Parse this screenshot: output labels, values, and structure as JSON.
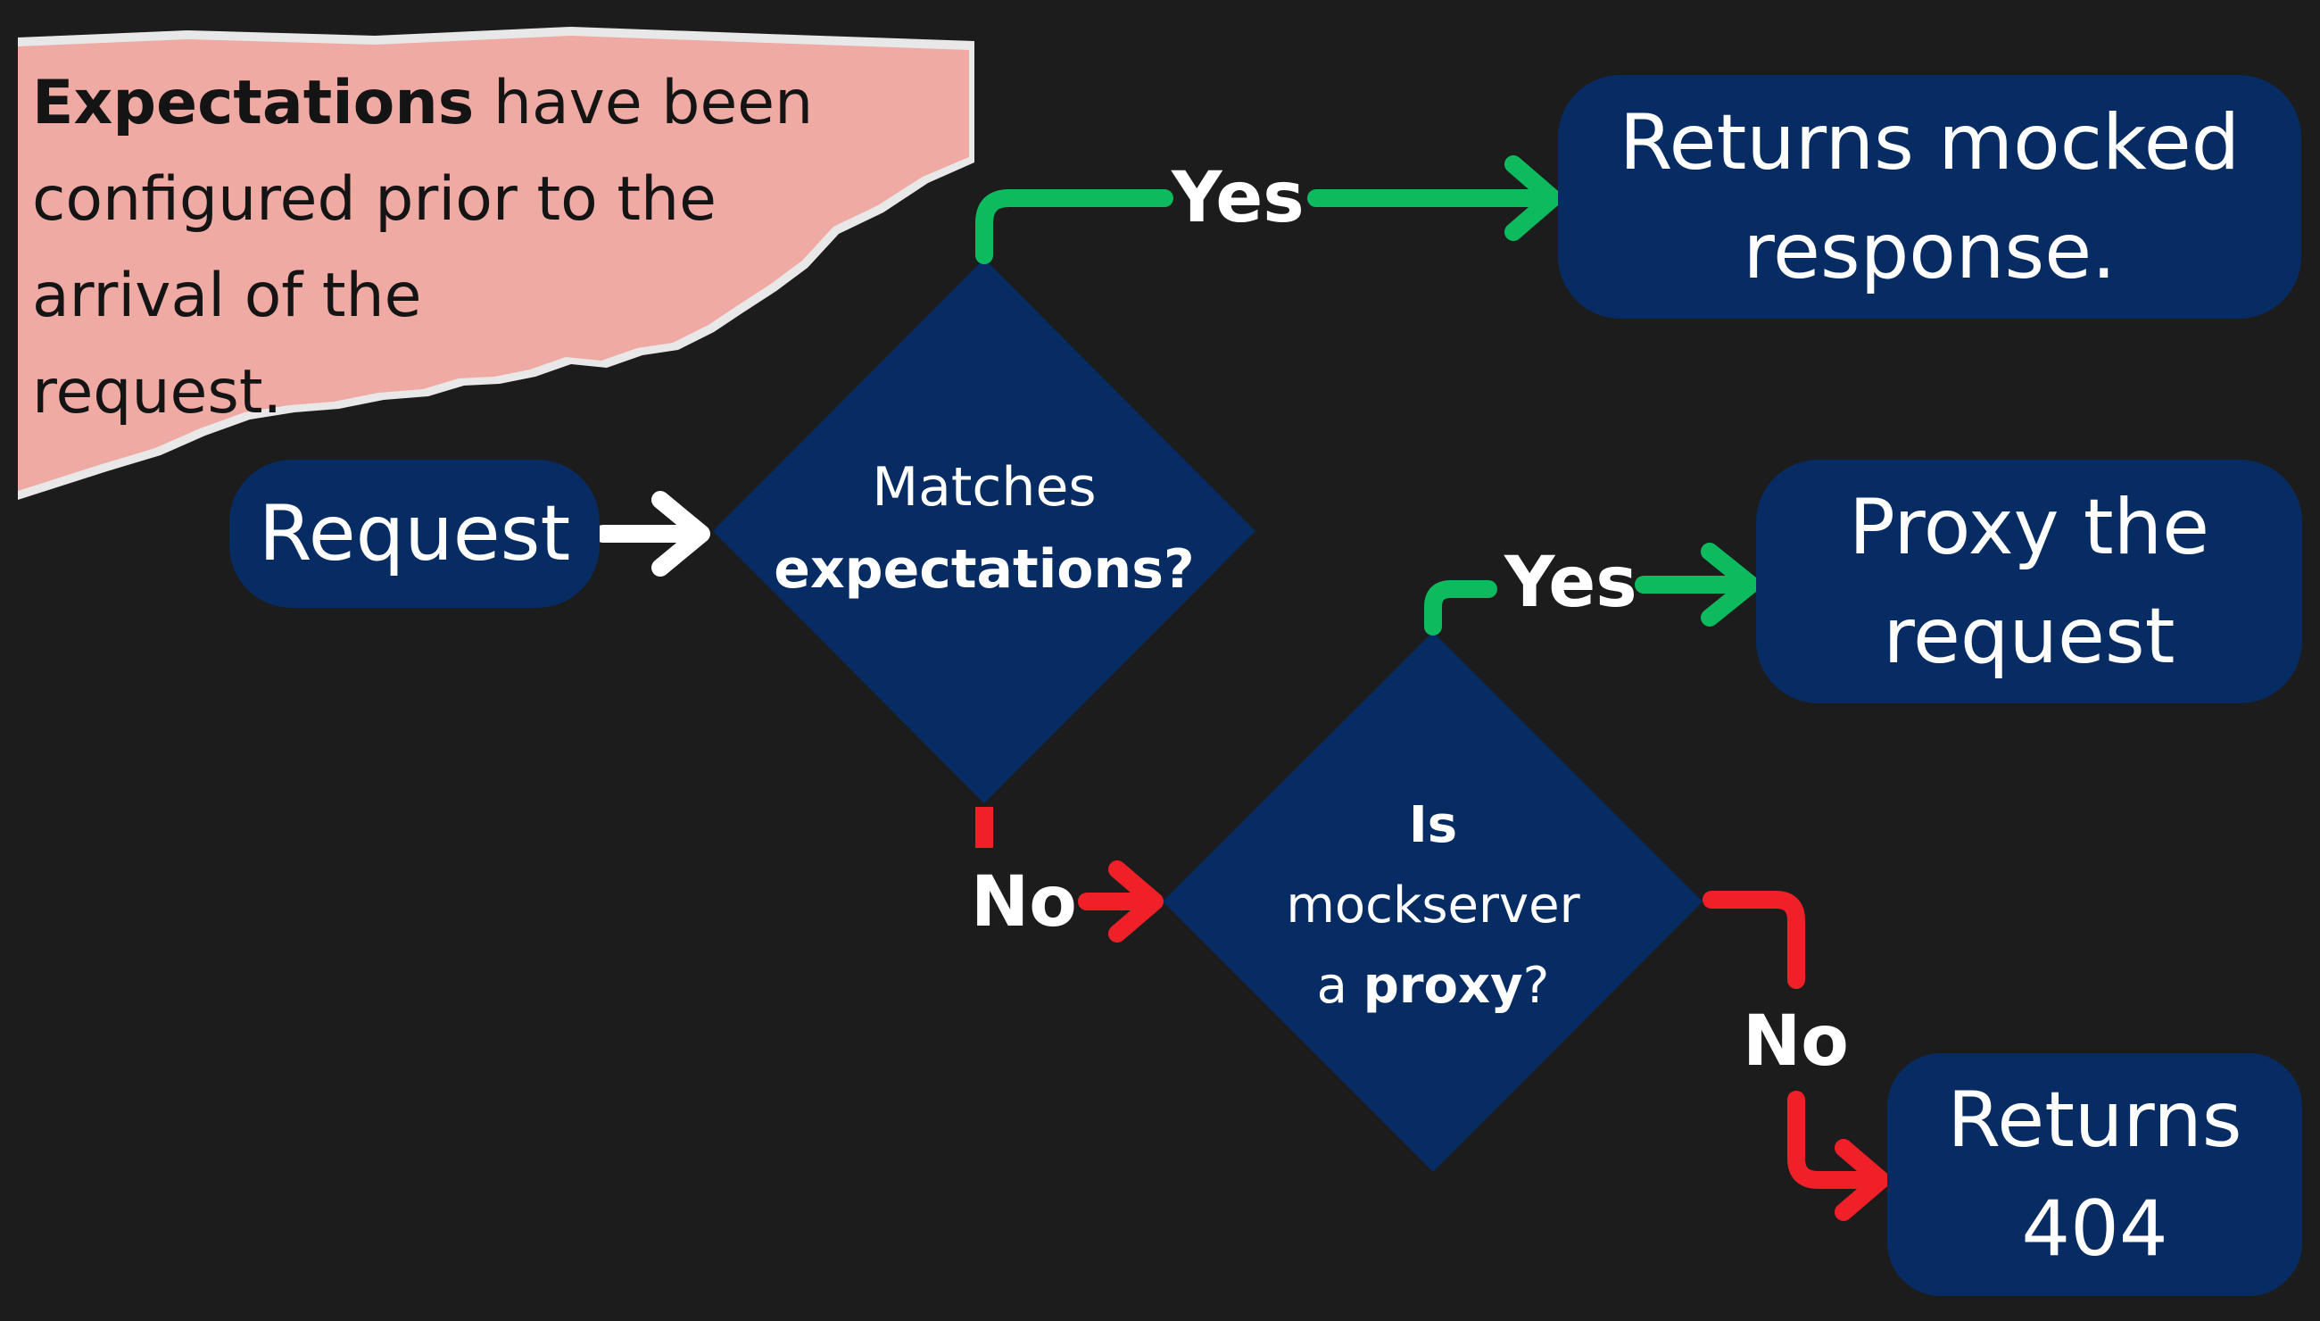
{
  "colors": {
    "background": "#1c1c1c",
    "node_fill": "#072c63",
    "note_fill": "#efaaa4",
    "yes_arrow": "#0dba5e",
    "no_arrow": "#ef2027",
    "start_arrow": "#ffffff",
    "text": "#ffffff"
  },
  "note": {
    "bold": "Expectations",
    "rest_line1": " have been",
    "line2": "configured prior to the",
    "line3": "arrival of  the",
    "line4": "request."
  },
  "nodes": {
    "request": "Request",
    "matches": {
      "line1": "Matches",
      "line2": "expectations?"
    },
    "is_proxy": {
      "line1": "Is",
      "line2": "mockserver",
      "line3_pre": "a ",
      "line3_bold": "proxy",
      "line3_post": "?"
    },
    "returns_mocked": {
      "line1": "Returns mocked",
      "line2": "response."
    },
    "proxy_request": {
      "line1": "Proxy the",
      "line2": "request"
    },
    "returns_404": {
      "line1": "Returns",
      "line2": "404"
    }
  },
  "edges": {
    "yes_top": "Yes",
    "yes_proxy": "Yes",
    "no_left": "No",
    "no_right": "No"
  }
}
